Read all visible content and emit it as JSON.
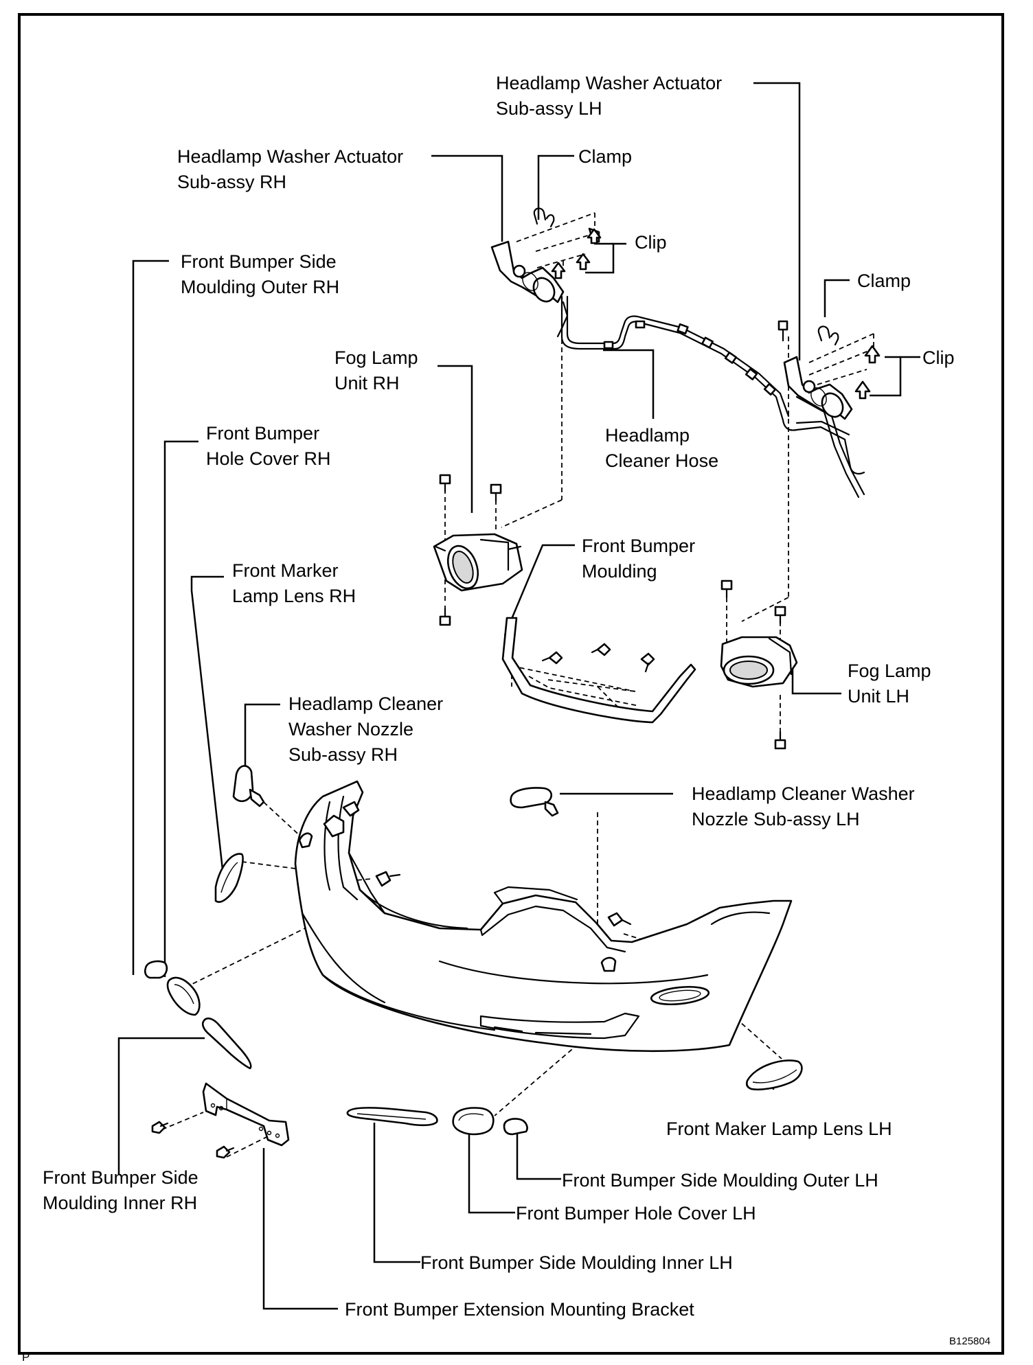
{
  "labels": {
    "washer_actuator_lh": [
      "Headlamp Washer Actuator",
      "Sub-assy LH"
    ],
    "washer_actuator_rh": [
      "Headlamp Washer Actuator",
      "Sub-assy RH"
    ],
    "clamp_rh": "Clamp",
    "clip_rh": "Clip",
    "clamp_lh": "Clamp",
    "clip_lh": "Clip",
    "side_moulding_outer_rh": [
      "Front Bumper Side",
      "Moulding Outer RH"
    ],
    "fog_lamp_rh": [
      "Fog Lamp",
      "Unit RH"
    ],
    "cleaner_hose": [
      "Headlamp",
      "Cleaner Hose"
    ],
    "hole_cover_rh": [
      "Front Bumper",
      "Hole Cover RH"
    ],
    "bumper_moulding": [
      "Front Bumper",
      "Moulding"
    ],
    "marker_lens_rh": [
      "Front Marker",
      "Lamp Lens RH"
    ],
    "fog_lamp_lh": [
      "Fog Lamp",
      "Unit LH"
    ],
    "nozzle_rh": [
      "Headlamp Cleaner",
      "Washer Nozzle",
      "Sub-assy RH"
    ],
    "nozzle_lh": [
      "Headlamp Cleaner Washer",
      "Nozzle Sub-assy LH"
    ],
    "maker_lens_lh": "Front Maker Lamp Lens LH",
    "side_moulding_inner_rh": [
      "Front Bumper Side",
      "Moulding Inner RH"
    ],
    "side_moulding_outer_lh": "Front Bumper Side Moulding Outer LH",
    "hole_cover_lh": "Front Bumper Hole Cover LH",
    "side_moulding_inner_lh": "Front Bumper Side Moulding Inner LH",
    "extension_bracket": "Front Bumper Extension Mounting Bracket"
  },
  "corner_left": "P",
  "corner_right": "B125804"
}
